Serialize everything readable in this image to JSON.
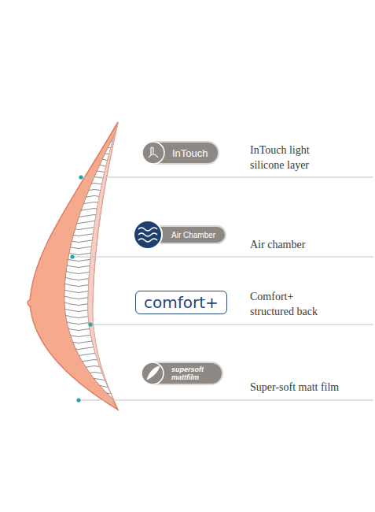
{
  "diagram": {
    "nodes": [
      {
        "text": [
          "InTouch"
        ]
      },
      {
        "text": [
          "Air Chamber"
        ]
      },
      {
        "text": [
          "comfort+"
        ]
      },
      {
        "text": [
          "supersoft mattfilm"
        ]
      }
    ],
    "labels": [
      "InTouch light silicone layer",
      "Air chamber",
      "Comfort+ structured back",
      "Super-soft matt film"
    ]
  }
}
